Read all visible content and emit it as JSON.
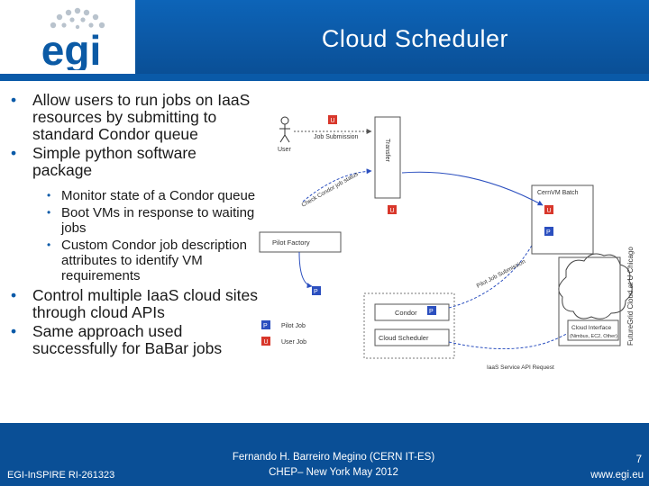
{
  "header": {
    "logo_text": "egi",
    "title": "Cloud Scheduler"
  },
  "bullets": [
    {
      "text": "Allow users to run jobs on IaaS resources by submitting to standard Condor queue"
    },
    {
      "text": "Simple python software package"
    }
  ],
  "sub_bullets": [
    {
      "text": "Monitor state of a Condor queue"
    },
    {
      "text": "Boot VMs in response to waiting jobs"
    },
    {
      "text": "Custom Condor job description attributes to identify VM requirements"
    }
  ],
  "bullets2": [
    {
      "text": "Control multiple IaaS cloud sites through cloud APIs"
    },
    {
      "text": "Same approach used successfully for BaBar jobs"
    }
  ],
  "diagram": {
    "user": "User",
    "job_submission": "Job Submission",
    "transfer": "Transfer",
    "condor_job_status": "Check Condor job status",
    "pilot_factory": "Pilot Factory",
    "condor": "Condor",
    "cloud_scheduler": "Cloud Scheduler",
    "pilot_job_submission": "Pilot Job Submission",
    "cernvm_batch": "CernVM Batch",
    "cloud_interface": "Cloud Interface",
    "cloud_interface_sub": "(Nimbus, EC2, Other)",
    "futuregrid": "FutureGrid Cloud at U Chicago",
    "iaas_request": "IaaS Service API Request",
    "legend_pilot": "Pilot Job",
    "legend_user": "User Job",
    "marker_p": "P",
    "marker_u": "U"
  },
  "footer": {
    "left": "EGI-InSPIRE RI-261323",
    "center_line1": "Fernando H. Barreiro Megino (CERN IT-ES)",
    "center_line2": "CHEP– New York May 2012",
    "page": "7",
    "url": "www.egi.eu"
  },
  "colors": {
    "brand_blue": "#0a5aa8",
    "pilot_blue": "#2b4fbf",
    "user_red": "#d8372b"
  }
}
